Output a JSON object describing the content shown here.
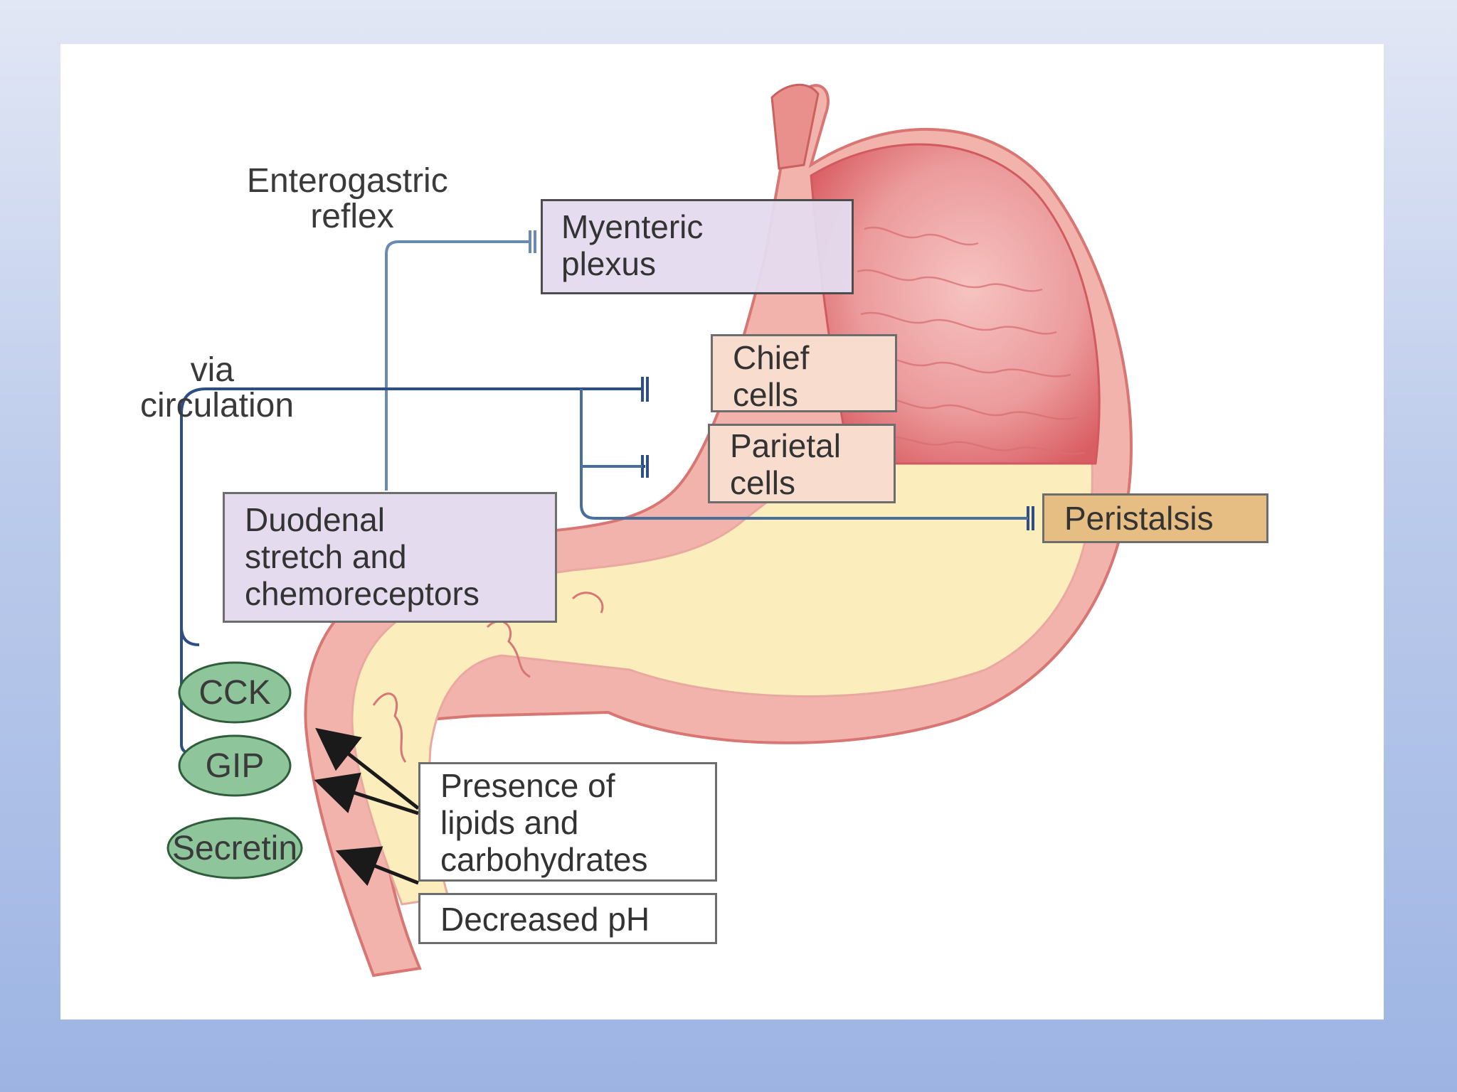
{
  "diagram": {
    "labels": {
      "enterogastric_reflex": [
        "Enterogastric",
        "reflex"
      ],
      "via_circulation": [
        "via",
        "circulation"
      ]
    },
    "boxes": {
      "myenteric_plexus": "Myenteric\nplexus",
      "chief_cells": "Chief\ncells",
      "parietal_cells": "Parietal\ncells",
      "peristalsis": "Peristalsis",
      "duodenal_receptors": "Duodenal\nstretch and\nchemoreceptors",
      "lipids_carbohydrates": "Presence of\nlipids and\ncarbohydrates",
      "decreased_ph": "Decreased pH"
    },
    "hormones": {
      "cck": "CCK",
      "gip": "GIP",
      "secretin": "Secretin"
    },
    "colors": {
      "background_top": "#e2e7f5",
      "background_bottom": "#9db4e3",
      "nerve_line": "#4a6f9c",
      "hormone_line": "#2d4f86",
      "stomach_wall": "#f2a8a6",
      "stomach_upper": "#e9898c",
      "chyme": "#fbedbc",
      "box_lavender": "#e4dbee",
      "box_peach": "#f8dccd",
      "box_tan": "#e6bd82",
      "hormone_fill": "#8fc59a"
    }
  }
}
